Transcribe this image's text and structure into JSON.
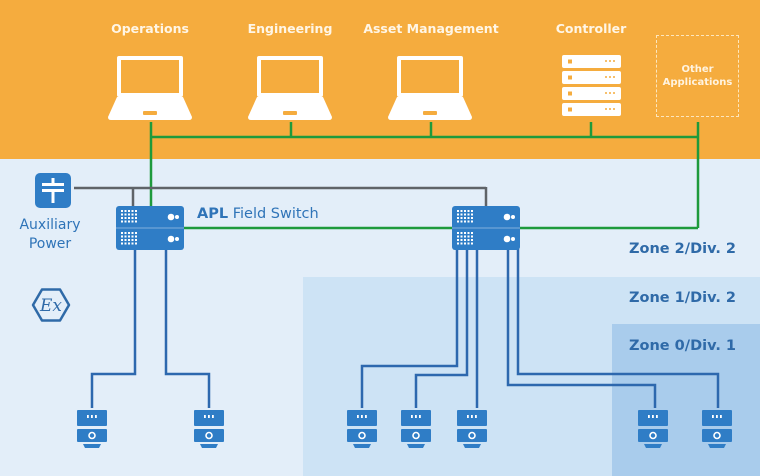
{
  "diagram": {
    "title": "Ethernet-APL field switch architecture",
    "control_level": {
      "background_color": "#F5AC3E",
      "systems": [
        {
          "label": "Operations",
          "icon": "laptop-icon"
        },
        {
          "label": "Engineering",
          "icon": "laptop-icon"
        },
        {
          "label": "Asset Management",
          "icon": "laptop-icon"
        },
        {
          "label": "Controller",
          "icon": "server-rack-icon"
        },
        {
          "label": "Other\nApplications",
          "label_line1": "Other",
          "label_line2": "Applications",
          "icon": "dashed-box"
        }
      ],
      "bus_color": "#1E9A3C"
    },
    "field_level": {
      "auxiliary_power": {
        "label_line1": "Auxiliary",
        "label_line2": "Power",
        "icon": "power-supply-icon",
        "line_color": "#5F6368"
      },
      "hazard_symbol": {
        "icon": "ex-hazard-icon",
        "text": "Ex"
      },
      "switch_label": {
        "bold": "APL",
        "regular": "Field Switch"
      },
      "switches": [
        {
          "id": "switch-left",
          "spur_count": 2
        },
        {
          "id": "switch-right",
          "spur_count": 5
        }
      ],
      "spur_color": "#2D68AE",
      "zones": [
        {
          "label": "Zone 2/Div. 2",
          "color": "#E3EEF9"
        },
        {
          "label": "Zone 1/Div. 2",
          "color": "#CDE3F5"
        },
        {
          "label": "Zone 0/Div. 1",
          "color": "#A9CCEC"
        }
      ],
      "field_devices": [
        {
          "zone": "Zone 2/Div. 2",
          "switch": "switch-left"
        },
        {
          "zone": "Zone 2/Div. 2",
          "switch": "switch-left"
        },
        {
          "zone": "Zone 1/Div. 2",
          "switch": "switch-right"
        },
        {
          "zone": "Zone 1/Div. 2",
          "switch": "switch-right"
        },
        {
          "zone": "Zone 1/Div. 2",
          "switch": "switch-right"
        },
        {
          "zone": "Zone 0/Div. 1",
          "switch": "switch-right"
        },
        {
          "zone": "Zone 0/Div. 1",
          "switch": "switch-right"
        }
      ],
      "device_color": "#2F7DC6"
    }
  }
}
